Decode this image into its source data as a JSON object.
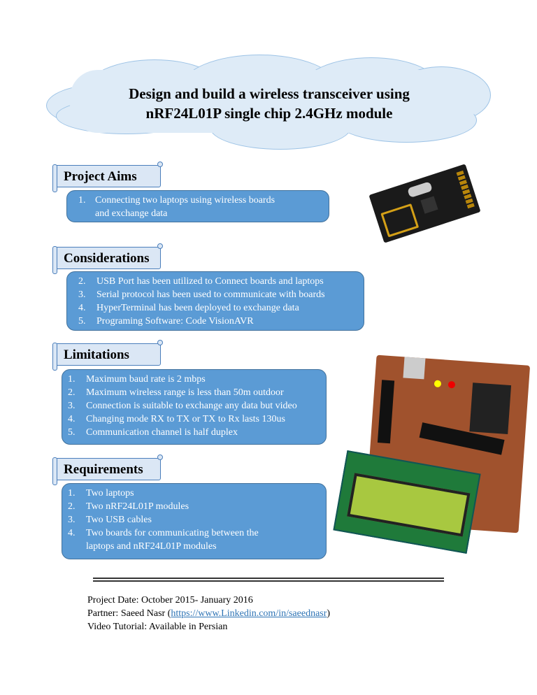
{
  "title": {
    "line1": "Design and build a wireless transceiver using",
    "line2": "nRF24L01P single chip 2.4GHz module"
  },
  "sections": [
    {
      "heading": "Project Aims",
      "items": [
        {
          "num": "1.",
          "text": "Connecting two laptops using wireless boards",
          "cont": "and exchange data"
        }
      ]
    },
    {
      "heading": "Considerations",
      "items": [
        {
          "num": "2.",
          "text": "USB Port has been utilized to Connect boards and laptops"
        },
        {
          "num": "3.",
          "text": "Serial protocol has been used to communicate with boards"
        },
        {
          "num": "4.",
          "text": "HyperTerminal has been deployed to exchange data"
        },
        {
          "num": "5.",
          "text": "Programing Software: Code VisionAVR"
        }
      ]
    },
    {
      "heading": "Limitations",
      "items": [
        {
          "num": "1.",
          "text": "Maximum baud rate is 2 mbps"
        },
        {
          "num": "2.",
          "text": "Maximum wireless range is less than 50m outdoor"
        },
        {
          "num": "3.",
          "text": "Connection is suitable to exchange any data but video"
        },
        {
          "num": "4.",
          "text": "Changing mode RX to TX or TX to Rx lasts 130us"
        },
        {
          "num": "5.",
          "text": "Communication channel is half duplex"
        }
      ]
    },
    {
      "heading": "Requirements",
      "items": [
        {
          "num": "1.",
          "text": "Two laptops"
        },
        {
          "num": "2.",
          "text": "Two nRF24L01P modules"
        },
        {
          "num": "3.",
          "text": "Two USB cables"
        },
        {
          "num": "4.",
          "text": "Two boards for communicating between the",
          "cont": "laptops and nRF24L01P modules"
        }
      ]
    }
  ],
  "footer": {
    "date": "Project Date: October 2015- January 2016",
    "partner_prefix": "Partner: Saeed Nasr (",
    "partner_link": "https://www.Linkedin.com/in/saeednasr",
    "partner_suffix": ")",
    "video": "Video Tutorial: Available in Persian"
  },
  "colors": {
    "box": "#5b9bd5",
    "header": "#dbe7f5",
    "cloud": "#deebf7"
  }
}
